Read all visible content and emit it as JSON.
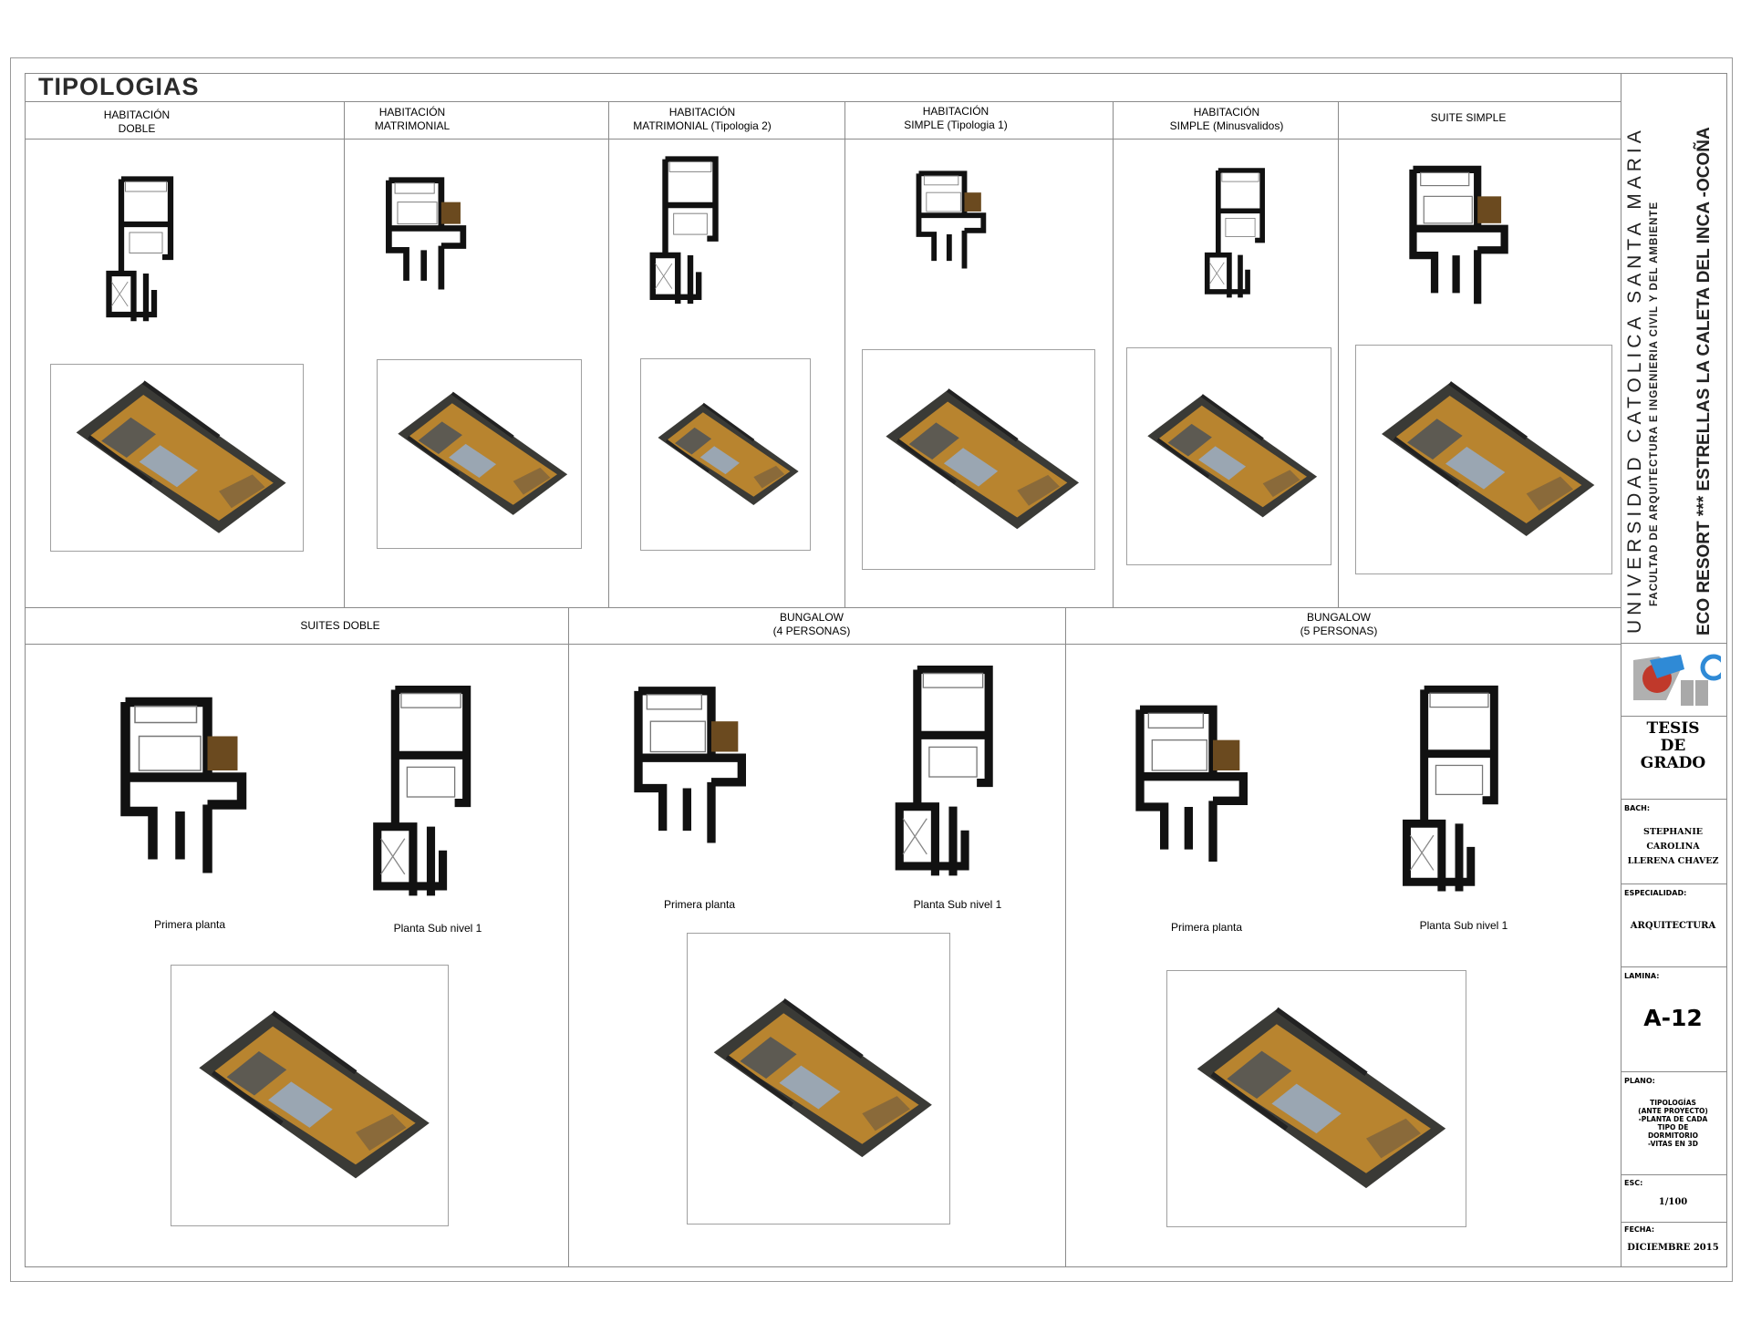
{
  "sheet": {
    "title": "TIPOLOGIAS",
    "top_row": [
      {
        "line1": "HABITACIÓN",
        "line2": "DOBLE"
      },
      {
        "line1": "HABITACIÓN",
        "line2": "MATRIMONIAL"
      },
      {
        "line1": "HABITACIÓN",
        "line2": "MATRIMONIAL (Tipologia 2)"
      },
      {
        "line1": "HABITACIÓN",
        "line2": "SIMPLE (Tipologia 1)"
      },
      {
        "line1": "HABITACIÓN",
        "line2": "SIMPLE  (Minusvalidos)"
      },
      {
        "line1": "SUITE SIMPLE",
        "line2": ""
      }
    ],
    "bottom_row": [
      {
        "line1": "SUITES DOBLE",
        "line2": "",
        "plan_a": "Primera planta",
        "plan_b": "Planta Sub nivel 1"
      },
      {
        "line1": "BUNGALOW",
        "line2": "(4 PERSONAS)",
        "plan_a": "Primera planta",
        "plan_b": "Planta Sub nivel 1"
      },
      {
        "line1": "BUNGALOW",
        "line2": "(5 PERSONAS)",
        "plan_a": "Primera planta",
        "plan_b": "Planta Sub nivel 1"
      }
    ]
  },
  "title_block": {
    "university": "UNIVERSIDAD CATOLICA SANTA MARIA",
    "faculty": "FACULTAD DE ARQUITECTURA E INGENIERIA CIVIL Y DEL AMBIENTE",
    "project": "ECO RESORT *** ESTRELLAS LA CALETA DEL INCA -OCOÑA",
    "thesis": [
      "TESIS",
      "DE",
      "GRADO"
    ],
    "bach_label": "BACH:",
    "author": [
      "STEPHANIE",
      "CAROLINA",
      "LLERENA CHAVEZ"
    ],
    "specialty_label": "ESPECIALIDAD:",
    "specialty": "ARQUITECTURA",
    "sheet_label": "LAMINA:",
    "sheet_number": "A-12",
    "plan_label": "PLANO:",
    "plan_desc": [
      "TIPOLOGÍAS",
      "(ANTE PROYECTO)",
      "-PLANTA DE CADA",
      "TIPO DE",
      "DORMITORIO",
      "-VITAS EN 3D"
    ],
    "scale_label": "ESC:",
    "scale": "1/100",
    "date_label": "FECHA:",
    "date": "DICIEMBRE 2015"
  },
  "colors": {
    "wall": "#111111",
    "wood": "#b8842f",
    "wall3d": "#3a3a36",
    "glass": "#6d8fa8",
    "grid": "#8a8a8a"
  }
}
